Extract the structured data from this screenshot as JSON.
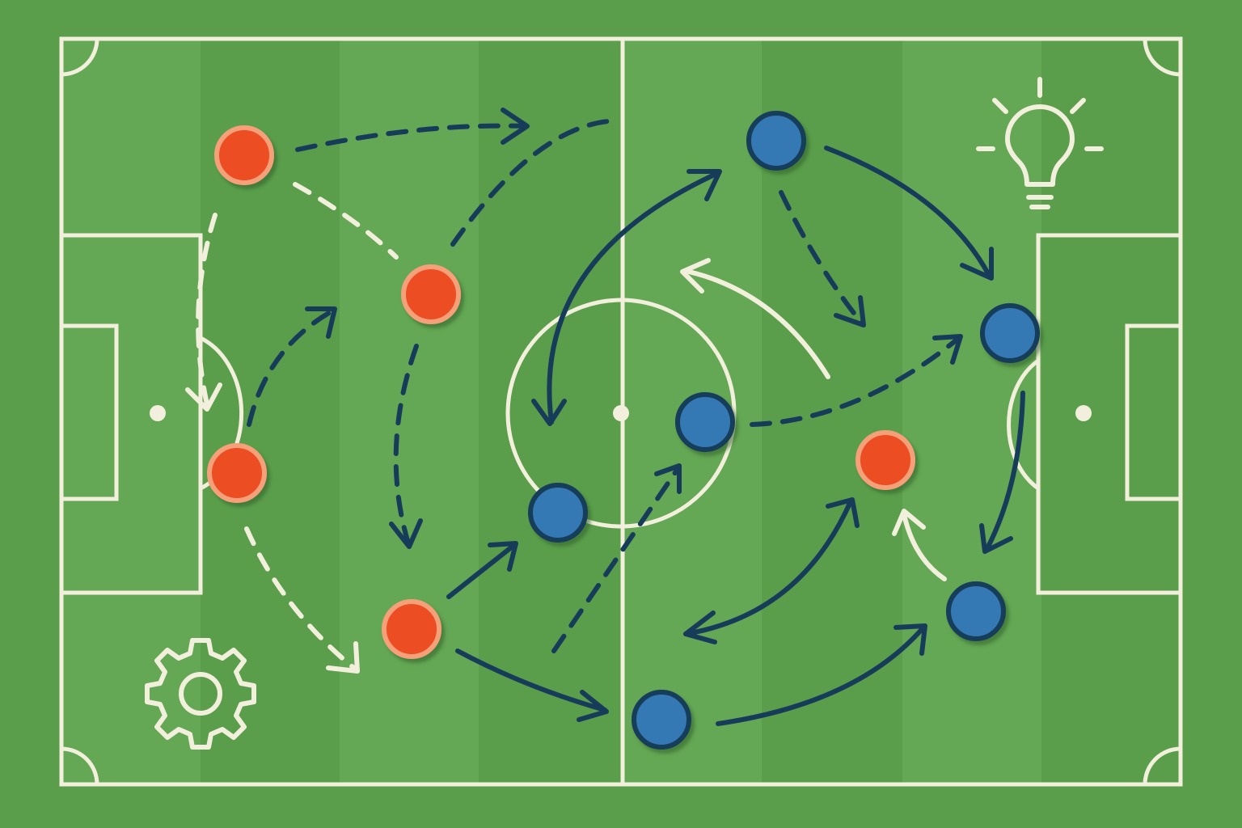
{
  "colors": {
    "grass": "#5a9e4b",
    "stripe_light": "#64a754",
    "line": "#f2f0dc",
    "team_a": "#ec4e24",
    "team_a_ring": "#f6a07a",
    "team_b": "#3479b4",
    "team_b_ring": "#163c5a",
    "arrow_dark": "#163c5a",
    "arrow_light": "#f2f0dc"
  },
  "icons": {
    "top_right": "lightbulb-icon",
    "bottom_left": "gear-icon"
  },
  "players": [
    {
      "team": "team_a"
    },
    {
      "team": "team_a"
    },
    {
      "team": "team_a"
    },
    {
      "team": "team_a"
    },
    {
      "team": "team_a"
    },
    {
      "team": "team_b"
    },
    {
      "team": "team_b"
    },
    {
      "team": "team_b"
    },
    {
      "team": "team_b"
    },
    {
      "team": "team_b"
    },
    {
      "team": "team_b"
    }
  ]
}
